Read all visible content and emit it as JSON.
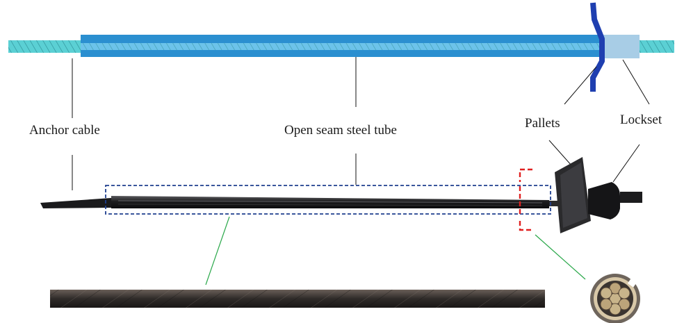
{
  "labels": {
    "anchor_cable": "Anchor cable",
    "open_seam_steel_tube": "Open seam steel tube",
    "pallets": "Pallets",
    "lockset": "Lockset"
  },
  "colors": {
    "tube_blue": "#2b8fd0",
    "tube_light": "#6cc3ea",
    "cable_cyan": "#5bd0d4",
    "pallet_navy": "#1f3fb0",
    "lockset_pale": "#a8cde6",
    "highlight_box": "#1f3f8f",
    "section_marker": "#e02020",
    "callout_green": "#2aa84a",
    "photo_steel": "#2e2e30"
  }
}
